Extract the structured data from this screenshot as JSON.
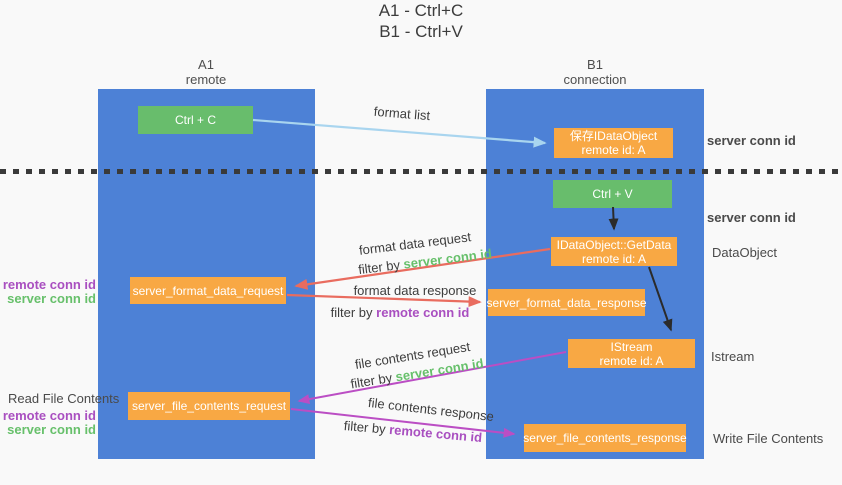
{
  "title": {
    "line1": "A1 - Ctrl+C",
    "line2": "B1 - Ctrl+V"
  },
  "columns": {
    "left": {
      "name": "A1",
      "subtitle": "remote"
    },
    "right": {
      "name": "B1",
      "subtitle": "connection"
    }
  },
  "boxes": {
    "ctrl_c": "Ctrl + C",
    "ctrl_v": "Ctrl + V",
    "save_dataobject": {
      "line1": "保存IDataObject",
      "line2": "remote id: A"
    },
    "getdata": {
      "line1": "IDataObject::GetData",
      "line2": "remote id: A"
    },
    "istream": {
      "line1": "IStream",
      "line2": "remote id: A"
    },
    "format_request": "server_format_data_request",
    "format_response": "server_format_data_response",
    "file_request": "server_file_contents_request",
    "file_response": "server_file_contents_response"
  },
  "arrow_labels": {
    "format_list": "format list",
    "format_data_request": "format data request",
    "format_data_response": "format data response",
    "file_contents_request": "file contents request",
    "file_contents_response": "file contents response",
    "filter_by": "filter by",
    "server_conn_id": "server conn id",
    "remote_conn_id": "remote conn id"
  },
  "side_labels": {
    "server_conn_id_top": "server conn id",
    "server_conn_id_mid": "server conn id",
    "dataobject": "DataObject",
    "istream": "Istream",
    "read_file_contents": "Read File Contents",
    "write_file_contents": "Write File Contents",
    "left_mid": {
      "remote": "remote conn id",
      "server": "server conn id"
    },
    "left_bottom": {
      "remote": "remote conn id",
      "server": "server conn id"
    }
  },
  "colors": {
    "column_blue": "#4d81d6",
    "box_green": "#68bd6c",
    "box_orange": "#f8a844",
    "arrow_red": "#e96c5f",
    "arrow_magenta": "#bb4ec4",
    "arrow_lightblue": "#a9d5ef",
    "arrow_black": "#2b2b2b",
    "text_green": "#67c06b",
    "text_purple": "#a94fc0"
  }
}
